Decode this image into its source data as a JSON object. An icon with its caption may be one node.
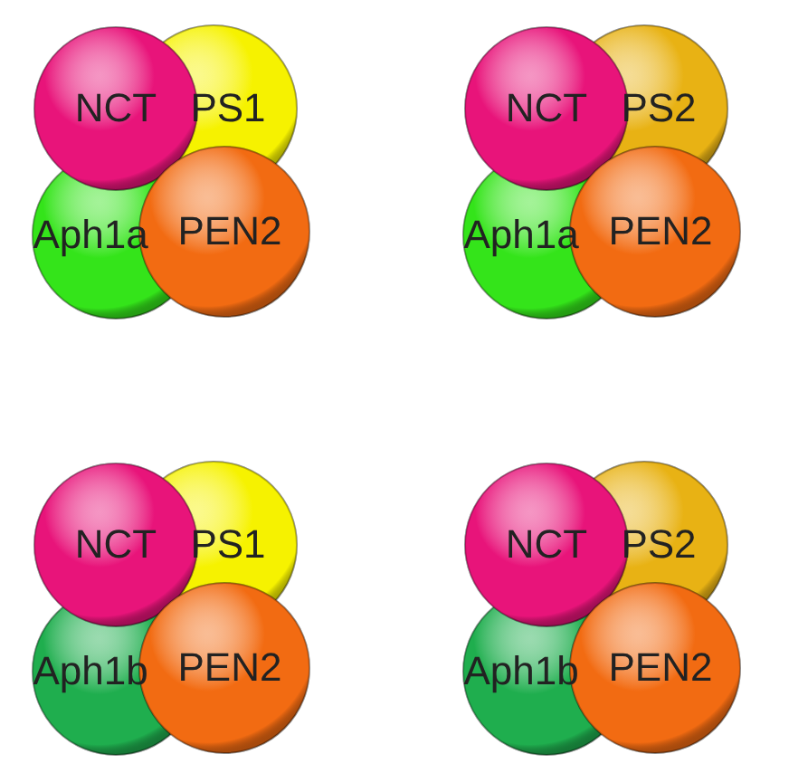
{
  "diagram": {
    "nodes": [
      {
        "text": [
          "NCT"
        ]
      },
      {
        "text": [
          "PS1"
        ]
      },
      {
        "text": [
          "Aph1a"
        ]
      },
      {
        "text": [
          "PEN2"
        ]
      },
      {
        "text": [
          "NCT"
        ]
      },
      {
        "text": [
          "PS2"
        ]
      },
      {
        "text": [
          "Aph1a"
        ]
      },
      {
        "text": [
          "PEN2"
        ]
      },
      {
        "text": [
          "NCT"
        ]
      },
      {
        "text": [
          "PS1"
        ]
      },
      {
        "text": [
          "Aph1b"
        ]
      },
      {
        "text": [
          "PEN2"
        ]
      },
      {
        "text": [
          "NCT"
        ]
      },
      {
        "text": [
          "PS2"
        ]
      },
      {
        "text": [
          "Aph1b"
        ]
      },
      {
        "text": [
          "PEN2"
        ]
      }
    ]
  }
}
